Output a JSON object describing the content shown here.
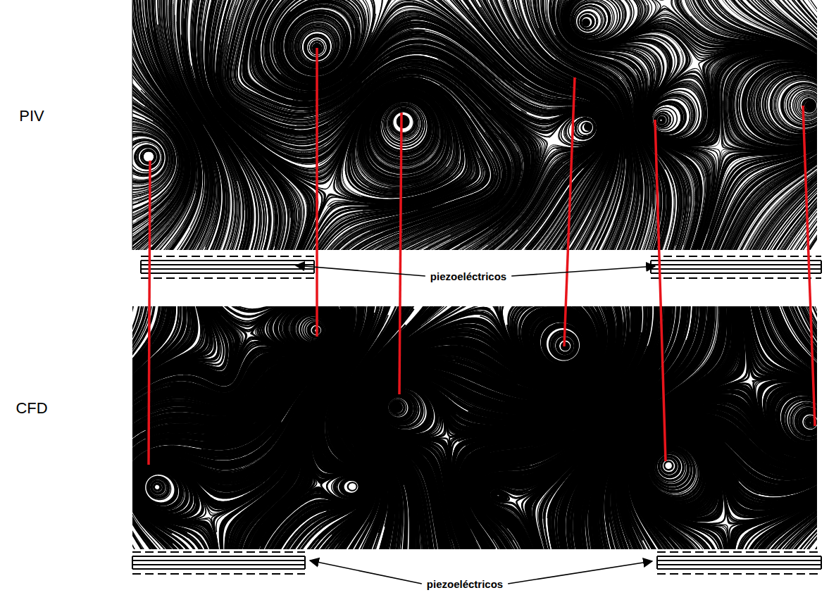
{
  "diagram": {
    "labels": [
      "PIV",
      "piezoeléctricos",
      "CFD",
      "piezoeléctricos"
    ]
  }
}
